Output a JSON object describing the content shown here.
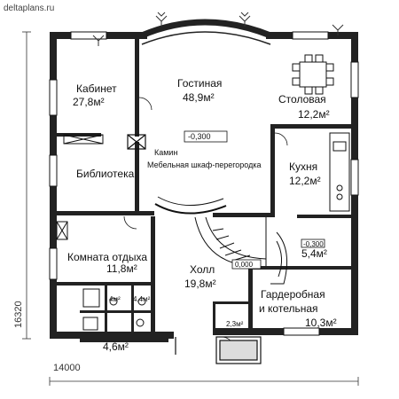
{
  "site": "deltaplans.ru",
  "dimensions": {
    "width_label": "14000",
    "height_label": "16320"
  },
  "rooms": {
    "kabinet": {
      "name": "Кабинет",
      "area": "27,8м²"
    },
    "gostinaya": {
      "name": "Гостиная",
      "area": "48,9м²"
    },
    "stolovaya": {
      "name": "Столовая",
      "area": "12,2м²"
    },
    "kukhnya": {
      "name": "Кухня",
      "area": "12,2м²"
    },
    "biblioteka": {
      "name": "Библиотека"
    },
    "komnata_otdykha": {
      "name": "Комната отдыха",
      "area": "11,8м²"
    },
    "holl": {
      "name": "Холл",
      "area": "19,8м²"
    },
    "garderobnaya": {
      "name": "Гардеробная",
      "name2": "и котельная",
      "area": "10,3м²"
    },
    "small_5_4": {
      "area": "5,4м²"
    },
    "small_2_3": {
      "area": "2,3м²"
    },
    "small_4m": {
      "area": "4м²"
    },
    "small_4_4": {
      "area": "4,4м²"
    },
    "small_4_6": {
      "area": "4,6м²"
    }
  },
  "annotations": {
    "kamin": "Камин",
    "shkaf": "Мебельная шкаф-перегородка",
    "level_main": "-0,300",
    "level_holl": "0,000",
    "level_right": "-0,300"
  }
}
